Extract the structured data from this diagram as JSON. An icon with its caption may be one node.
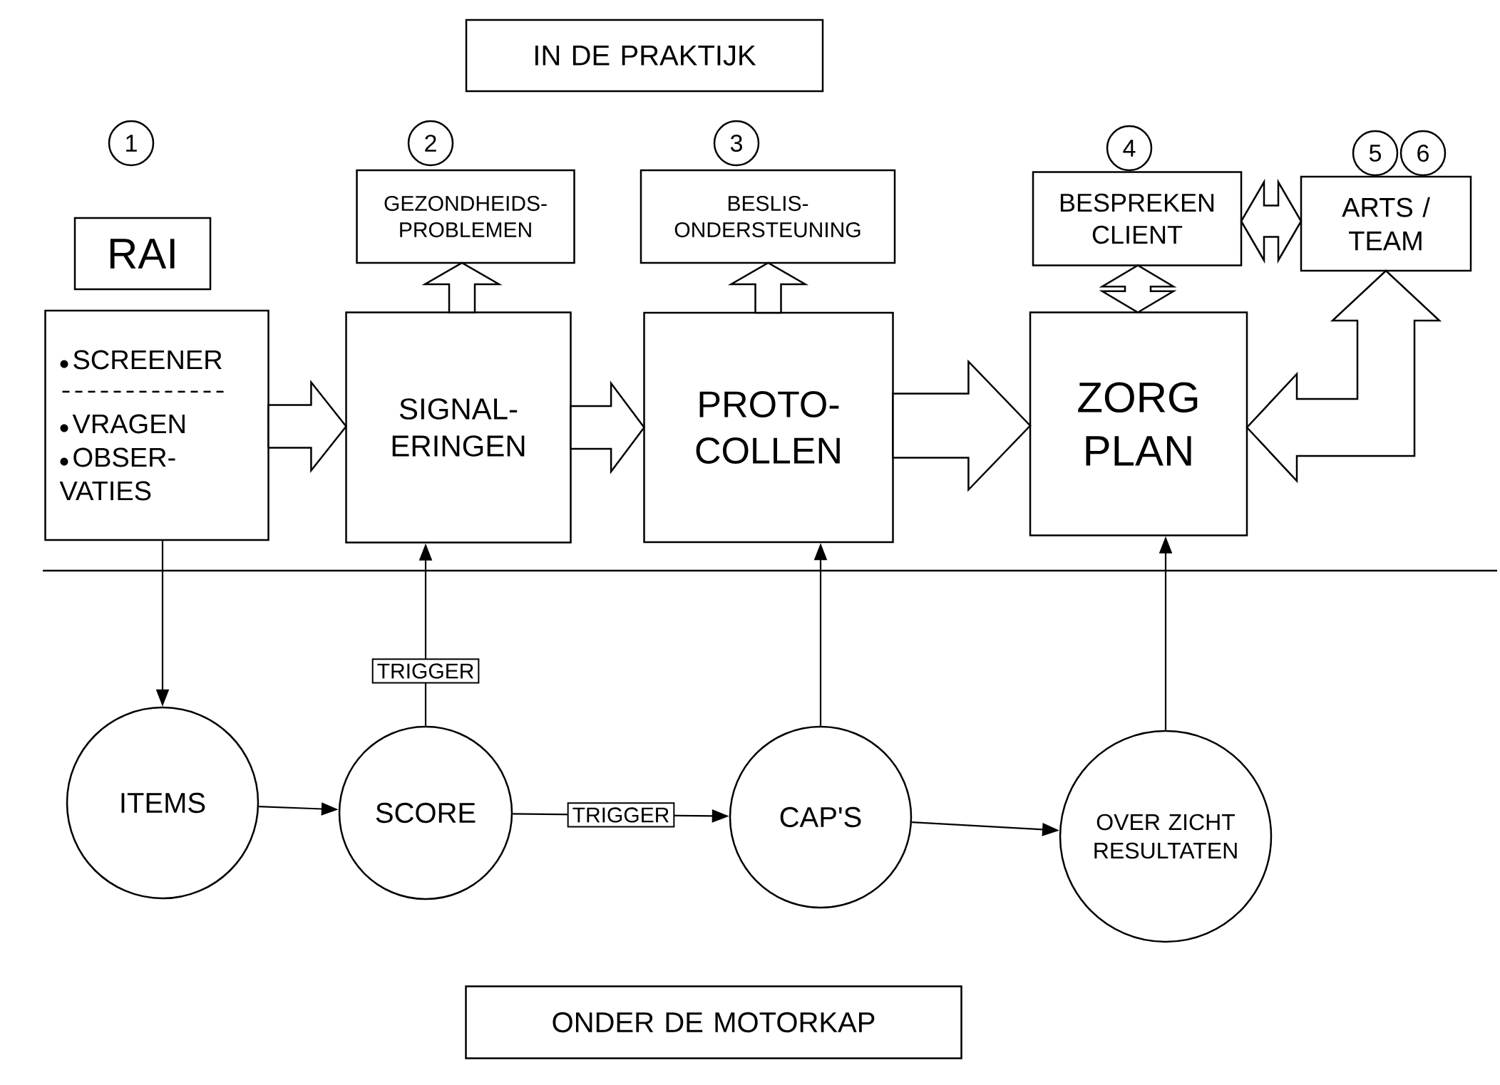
{
  "diagram": {
    "nodes": [
      {
        "text": [
          "IN DE PRAKTIJK"
        ]
      },
      {
        "text": [
          "1"
        ]
      },
      {
        "text": [
          "2"
        ]
      },
      {
        "text": [
          "3"
        ]
      },
      {
        "text": [
          "4"
        ]
      },
      {
        "text": [
          "5"
        ]
      },
      {
        "text": [
          "6"
        ]
      },
      {
        "text": [
          "GEZONDHEIDS- PROBLEMEN"
        ]
      },
      {
        "text": [
          "BESLIS- ONDERSTEUNING"
        ]
      },
      {
        "text": [
          "BESPREKEN CLIENT"
        ]
      },
      {
        "text": [
          "ARTS / TEAM"
        ]
      },
      {
        "text": [
          "RAI"
        ]
      },
      {
        "text": [
          "SCREENER",
          "VRAGEN",
          "OBSER- VATIES"
        ]
      },
      {
        "text": [
          "SIGNAL- ERINGEN"
        ]
      },
      {
        "text": [
          "PROTO- COLLEN"
        ]
      },
      {
        "text": [
          "ZORG PLAN"
        ]
      },
      {
        "text": [
          "ITEMS"
        ]
      },
      {
        "text": [
          "SCORE"
        ]
      },
      {
        "text": [
          "CAP'S"
        ]
      },
      {
        "text": [
          "OVER ZICHT RESULTATEN"
        ]
      },
      {
        "text": [
          "ONDER DE MOTORKAP"
        ]
      }
    ],
    "edges": [
      {
        "from": 12,
        "to": 13,
        "arrow": "to",
        "style": "thick"
      },
      {
        "from": 13,
        "to": 7,
        "arrow": "to",
        "style": "thick"
      },
      {
        "from": 13,
        "to": 14,
        "arrow": "to",
        "style": "thick"
      },
      {
        "from": 14,
        "to": 8,
        "arrow": "to",
        "style": "thick"
      },
      {
        "from": 14,
        "to": 15,
        "arrow": "to",
        "style": "thick"
      },
      {
        "from": 15,
        "to": 9,
        "arrow": "both",
        "style": "thick"
      },
      {
        "from": 9,
        "to": 10,
        "arrow": "both",
        "style": "thick"
      },
      {
        "from": 15,
        "to": 10,
        "arrow": "both",
        "style": "thick"
      },
      {
        "from": 12,
        "to": 16,
        "arrow": "to"
      },
      {
        "from": 16,
        "to": 17,
        "arrow": "to"
      },
      {
        "from": 17,
        "to": 13,
        "arrow": "to",
        "label": "TRIGGER"
      },
      {
        "from": 17,
        "to": 18,
        "arrow": "to",
        "label": "TRIGGER"
      },
      {
        "from": 18,
        "to": 14,
        "arrow": "to"
      },
      {
        "from": 18,
        "to": 19,
        "arrow": "to"
      },
      {
        "from": 19,
        "to": 15,
        "arrow": "to"
      }
    ]
  }
}
